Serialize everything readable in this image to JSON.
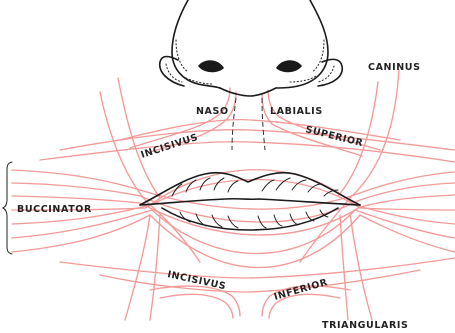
{
  "figure": {
    "labels": {
      "caninus": "CANINUS",
      "naso": "NASO",
      "labialis": "LABIALIS",
      "incisivus_upper": "INCISIVUS",
      "superior": "SUPERIOR",
      "buccinator": "BUCCINATOR",
      "incisivus_lower": "INCISIVUS",
      "inferior": "INFERIOR",
      "triangularis": "TRIANGULARIS"
    },
    "colors": {
      "muscle_fibers": "#f29a98",
      "ink": "#1a1a1a",
      "background": "#ffffff"
    }
  }
}
